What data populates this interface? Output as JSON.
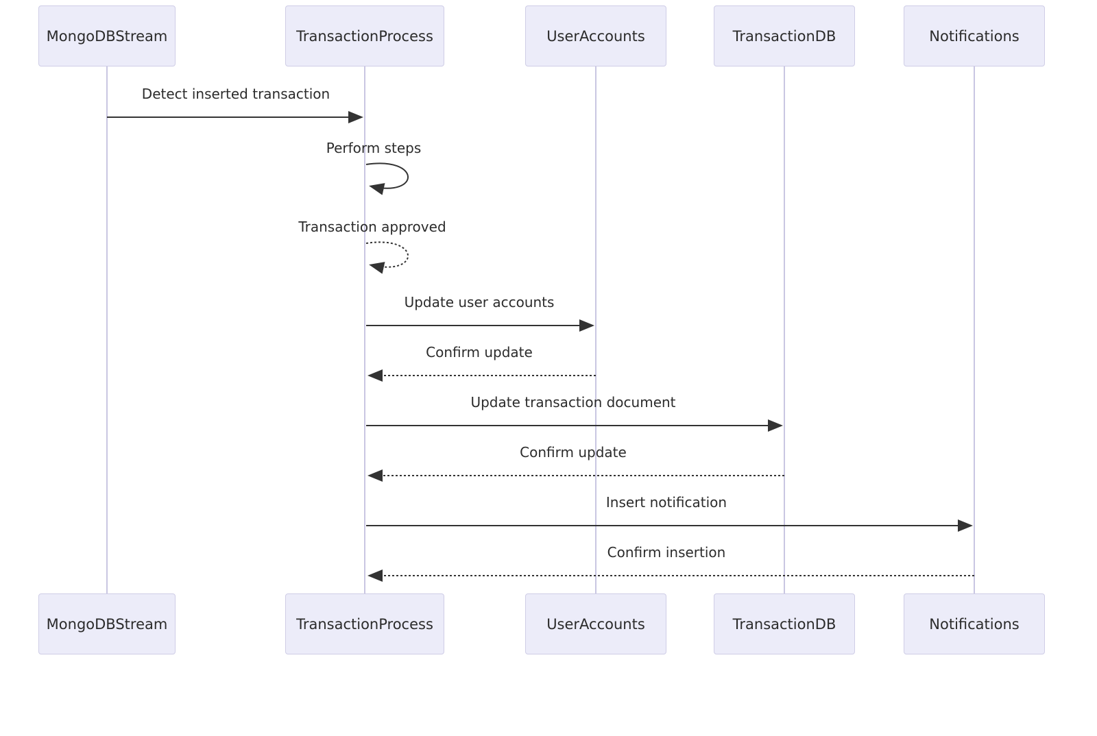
{
  "diagram": {
    "type": "sequence-diagram",
    "colors": {
      "actor_fill": "#ececf9",
      "actor_border": "#cfcde6",
      "lifeline": "#c9c6e2",
      "arrow": "#333333",
      "text": "#2b2b2b"
    },
    "actors": [
      {
        "name": "MongoDBStream"
      },
      {
        "name": "TransactionProcess"
      },
      {
        "name": "UserAccounts"
      },
      {
        "name": "TransactionDB"
      },
      {
        "name": "Notifications"
      }
    ],
    "messages": [
      {
        "from": "MongoDBStream",
        "to": "TransactionProcess",
        "label": "Detect inserted transaction",
        "style": "solid"
      },
      {
        "from": "TransactionProcess",
        "to": "TransactionProcess",
        "label": "Perform steps",
        "style": "solid-self-loop"
      },
      {
        "from": "TransactionProcess",
        "to": "TransactionProcess",
        "label": "Transaction approved",
        "style": "dashed-self-loop"
      },
      {
        "from": "TransactionProcess",
        "to": "UserAccounts",
        "label": "Update user accounts",
        "style": "solid"
      },
      {
        "from": "UserAccounts",
        "to": "TransactionProcess",
        "label": "Confirm update",
        "style": "dashed"
      },
      {
        "from": "TransactionProcess",
        "to": "TransactionDB",
        "label": "Update transaction document",
        "style": "solid"
      },
      {
        "from": "TransactionDB",
        "to": "TransactionProcess",
        "label": "Confirm update",
        "style": "dashed"
      },
      {
        "from": "TransactionProcess",
        "to": "Notifications",
        "label": "Insert notification",
        "style": "solid"
      },
      {
        "from": "Notifications",
        "to": "TransactionProcess",
        "label": "Confirm insertion",
        "style": "dashed"
      }
    ]
  }
}
